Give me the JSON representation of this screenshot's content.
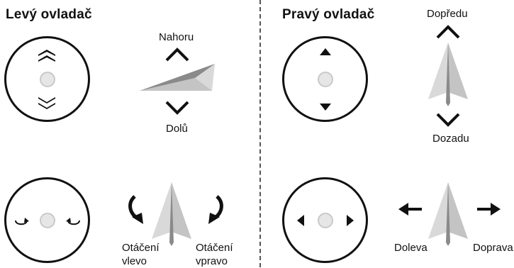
{
  "left_panel": {
    "title": "Levý ovladač",
    "labels": {
      "up": "Nahoru",
      "down": "Dolů",
      "rotate_left": "Otáčení vlevo",
      "rotate_right": "Otáčení vpravo"
    }
  },
  "right_panel": {
    "title": "Pravý ovladač",
    "labels": {
      "forward": "Dopředu",
      "backward": "Dozadu",
      "left": "Doleva",
      "right": "Doprava"
    }
  },
  "colors": {
    "stroke": "#111111",
    "center": "#e6e6e6",
    "plane_light": "#d9d9d9",
    "plane_mid": "#bdbdbd",
    "plane_dark": "#8a8a8a"
  },
  "icons": [
    "joystick-icon",
    "chevron-up-icon",
    "chevron-down-icon",
    "rotate-left-icon",
    "rotate-right-icon",
    "arrow-left-icon",
    "arrow-right-icon",
    "paper-plane-icon"
  ]
}
